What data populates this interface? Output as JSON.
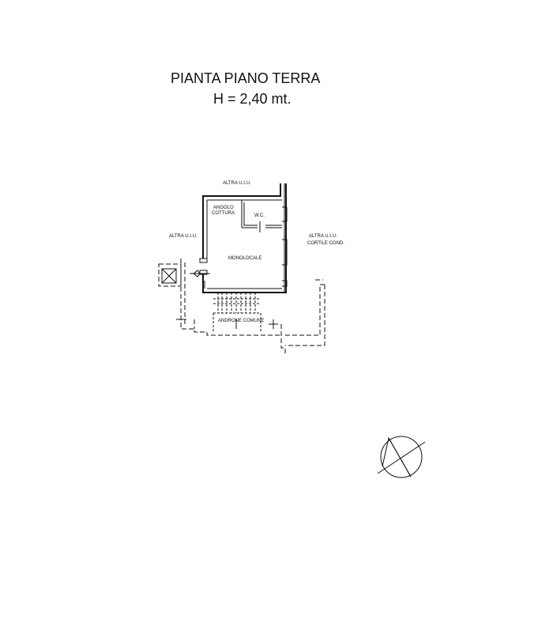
{
  "title": {
    "line1": "PIANTA PIANO TERRA",
    "line2": "H = 2,40 mt."
  },
  "rooms": {
    "angolo_cottura_line1": "ANGOLO",
    "angolo_cottura_line2": "COTTURA",
    "wc": "W.C.",
    "monolocale": "MONOLOCALE"
  },
  "surroundings": {
    "altra_top": "ALTRA U.I.U.",
    "altra_left": "ALTRA U.I.U.",
    "altra_right": "ALTRA U.I.U.",
    "cortile": "CORTILE COND.",
    "androne": "ANDRONE COMUNE"
  },
  "icons": {
    "north_arrow": "compass-circle-icon",
    "stair_symbol": "hatched-box-icon"
  }
}
